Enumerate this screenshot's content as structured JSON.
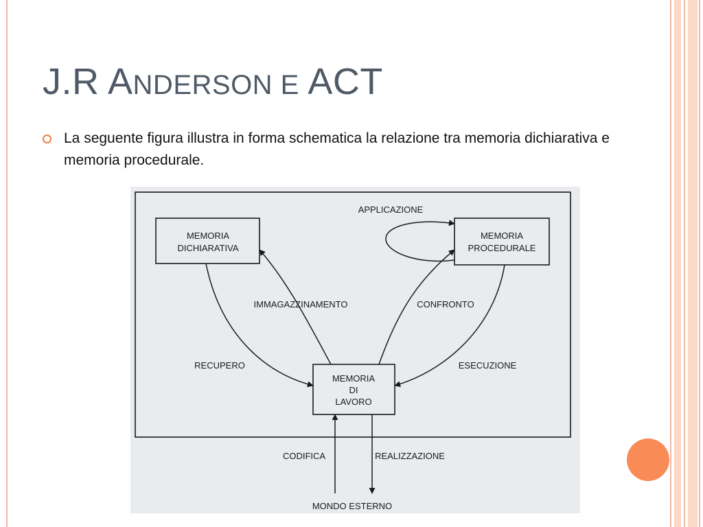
{
  "slide": {
    "title": {
      "part1": "J.R A",
      "part2": "NDERSON E",
      "part3": " ACT"
    },
    "bullet": "La seguente figura illustra in forma schematica la relazione tra memoria dichiarativa e memoria procedurale."
  },
  "diagram": {
    "nodes": {
      "declarative": [
        "MEMORIA",
        "DICHIARATIVA"
      ],
      "procedural": [
        "MEMORIA",
        "PROCEDURALE"
      ],
      "working": [
        "MEMORIA",
        "DI",
        "LAVORO"
      ],
      "external": "MONDO ESTERNO"
    },
    "edges": {
      "application": "APPLICAZIONE",
      "storage": "IMMAGAZZINAMENTO",
      "matching": "CONFRONTO",
      "retrieval": "RECUPERO",
      "execution": "ESECUZIONE",
      "encoding": "CODIFICA",
      "performance": "REALIZZAZIONE"
    }
  },
  "colors": {
    "accent": "#f98b57",
    "title": "#4f5a66",
    "stripe_light": "#fbd8c8",
    "stripe_dark": "#f4b9a0"
  }
}
